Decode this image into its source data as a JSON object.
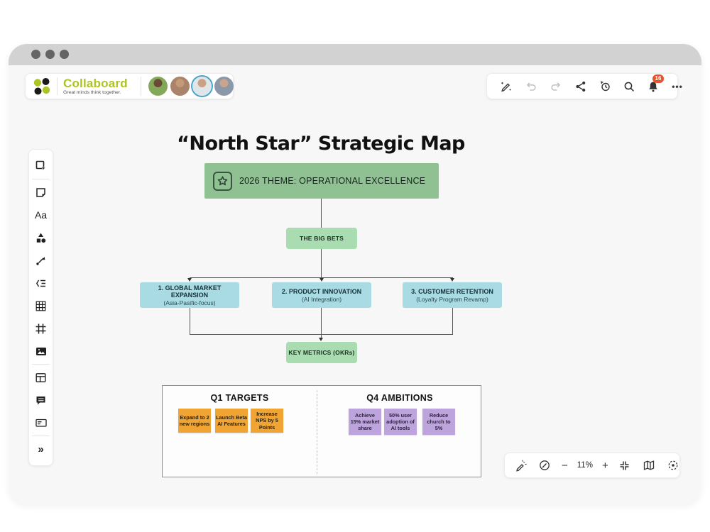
{
  "header": {
    "logo_title": "Collaboard",
    "logo_tagline": "Great minds think together.",
    "brand_color": "#aec324",
    "avatars": [
      {
        "id": "avatar-1",
        "bg": "#84a859"
      },
      {
        "id": "avatar-2",
        "bg": "#a9836a"
      },
      {
        "id": "avatar-3",
        "bg": "#dfe6ea",
        "ring": "#4aa3c7"
      },
      {
        "id": "avatar-4",
        "bg": "#8a98a8"
      }
    ]
  },
  "toolbar_top": {
    "notification_count": "16",
    "more_glyph": "•••"
  },
  "sidebar": {
    "text_tool_glyph": "Aa",
    "expand_glyph": "»"
  },
  "canvas": {
    "title": "“North Star” Strategic Map",
    "theme_box": {
      "label": "2026 THEME: OPERATIONAL EXCELLENCE",
      "color": "#8fc193"
    },
    "big_bets": {
      "label": "THE BIG BETS",
      "color": "#a9dcb0"
    },
    "pillars": [
      {
        "title": "1. GLOBAL MARKET EXPANSION",
        "subtitle": "(Asia-Pasific-focus)"
      },
      {
        "title": "2. PRODUCT INNOVATION",
        "subtitle": "(AI Integration)"
      },
      {
        "title": "3. CUSTOMER RETENTION",
        "subtitle": "(Loyalty Program Revamp)"
      }
    ],
    "pillar_color": "#a8dbe3",
    "key_metrics": {
      "label": "KEY METRICS (OKRs)",
      "color": "#a9dcb0"
    },
    "targets_panel": {
      "q1": {
        "title": "Q1 TARGETS",
        "note_color": "#f0a434",
        "notes": [
          "Expand to 2 new regions",
          "Launch Beta AI Features",
          "Increase NPS by 5 Points"
        ]
      },
      "q4": {
        "title": "Q4 AMBITIONS",
        "note_color": "#bda4dc",
        "notes": [
          "Achieve 15% market share",
          "50% user adoption of AI tools",
          "Reduce church to 5%"
        ]
      }
    }
  },
  "zoom_controls": {
    "zoom_out_glyph": "−",
    "zoom_level": "11%",
    "zoom_in_glyph": "+"
  },
  "colors": {
    "badge": "#e8532c",
    "canvas_bg": "#f7f7f7",
    "titlebar": "#d2d2d2"
  }
}
